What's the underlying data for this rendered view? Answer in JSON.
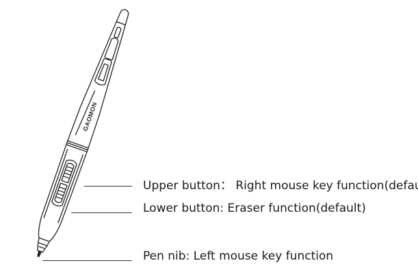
{
  "pen": {
    "brand": "GAOMON"
  },
  "callouts": {
    "upper_button": "Upper button： Right mouse key function(default)",
    "lower_button": "Lower button: Eraser function(default)",
    "pen_nib": "Pen nib: Left mouse key function"
  }
}
